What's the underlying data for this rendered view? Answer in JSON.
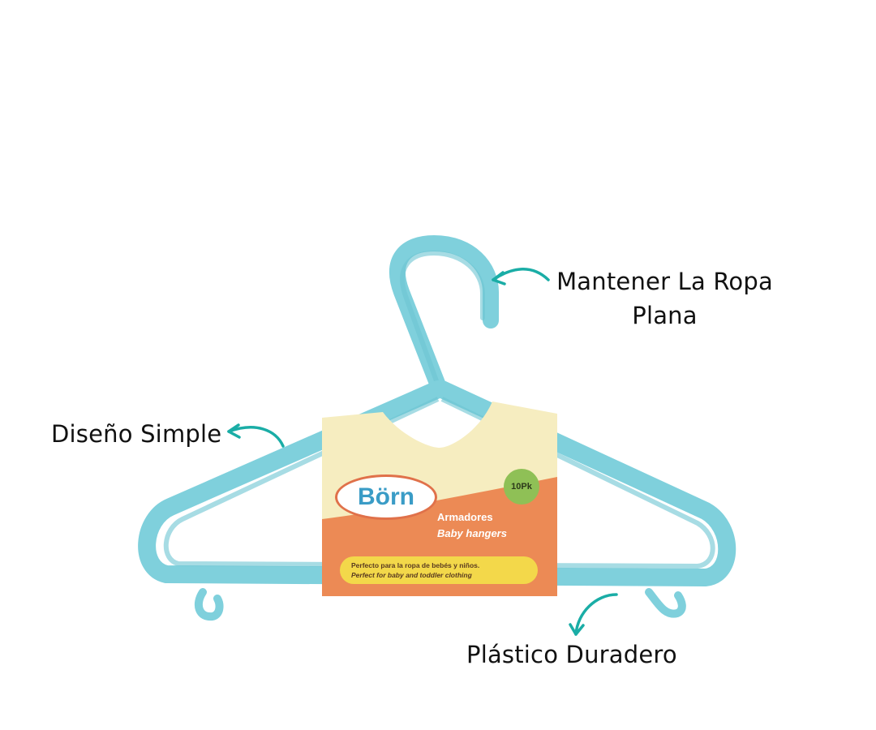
{
  "callouts": {
    "top_right": {
      "line1": "Mantener La Ropa",
      "line2": "Plana"
    },
    "left": "Diseño Simple",
    "bottom": "Plástico Duradero"
  },
  "product": {
    "brand": "Börn",
    "count_badge": "10Pk",
    "title_es": "Armadores",
    "title_en": "Baby hangers",
    "tagline_es": "Perfecto para la ropa de bebés y niños.",
    "tagline_en": "Perfect for baby and toddler clothing"
  },
  "colors": {
    "hanger": "#7fd0dc",
    "arrow": "#1aada6",
    "label_orange": "#ec8a55",
    "label_cream": "#f6edc0",
    "badge_green": "#8fc056",
    "pill_yellow": "#f3d84a"
  }
}
